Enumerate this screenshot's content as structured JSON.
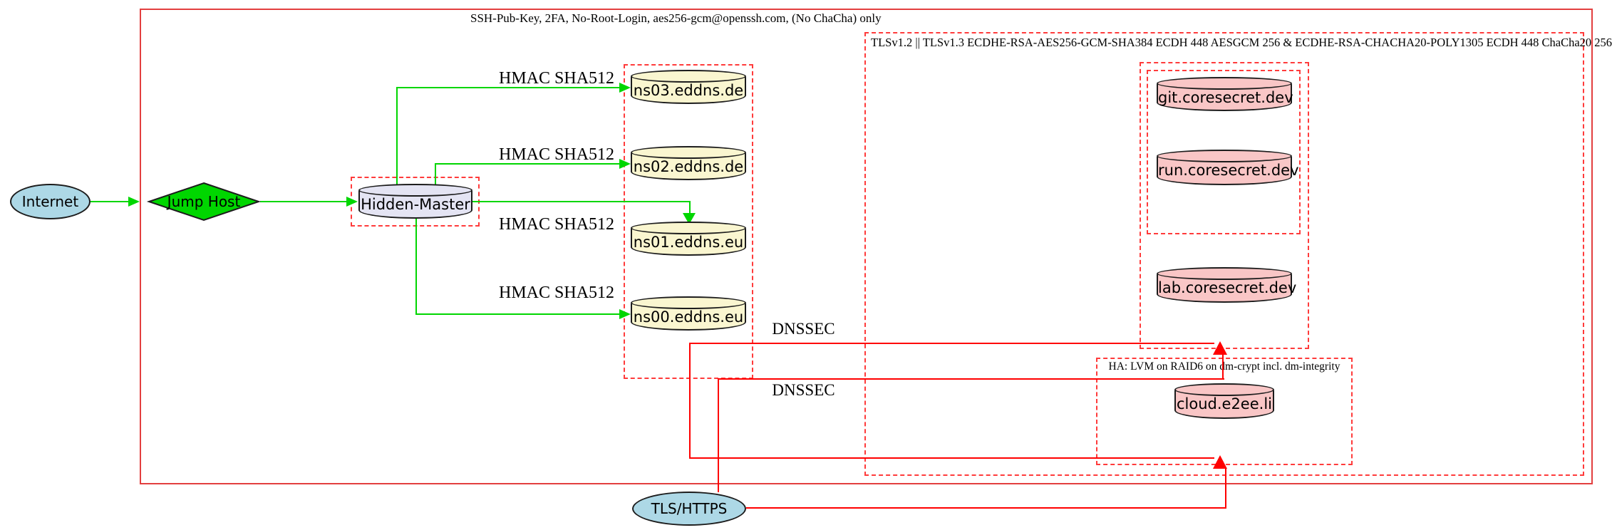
{
  "clusters": {
    "ssh": {
      "label": "SSH-Pub-Key, 2FA, No-Root-Login, aes256-gcm@openssh.com, (No ChaCha) only",
      "border_style": "solid",
      "border_color": "#e33f3f"
    },
    "tls": {
      "label": "TLSv1.2 || TLSv1.3 ECDHE-RSA-AES256-GCM-SHA384 ECDH 448 AESGCM 256 & ECDHE-RSA-CHACHA20-POLY1305 ECDH 448 ChaCha20 256",
      "border_style": "dashed",
      "border_color": "#ff3b3b"
    },
    "eddns": {
      "label": "",
      "border_style": "dashed"
    },
    "hidden_master_box": {
      "label": "",
      "border_style": "dashed"
    },
    "coresecret_outer": {
      "label": "",
      "border_style": "dashed"
    },
    "coresecret_inner": {
      "label": "",
      "border_style": "dashed"
    },
    "ha": {
      "label": "HA: LVM on RAID6 on dm-crypt incl. dm-integrity",
      "border_style": "dashed",
      "border_color": "#ff3b3b"
    }
  },
  "nodes": {
    "internet": {
      "label": "Internet",
      "shape": "ellipse",
      "fill": "#add8e6"
    },
    "jump_host": {
      "label": "Jump Host",
      "shape": "diamond",
      "fill": "#00d600"
    },
    "hidden_master": {
      "label": "Hidden-Master",
      "shape": "cylinder",
      "fill": "#e4e4f3"
    },
    "ns03": {
      "label": "ns03.eddns.de",
      "shape": "cylinder",
      "fill": "#faf6d0"
    },
    "ns02": {
      "label": "ns02.eddns.de",
      "shape": "cylinder",
      "fill": "#faf6d0"
    },
    "ns01": {
      "label": "ns01.eddns.eu",
      "shape": "cylinder",
      "fill": "#faf6d0"
    },
    "ns00": {
      "label": "ns00.eddns.eu",
      "shape": "cylinder",
      "fill": "#faf6d0"
    },
    "git": {
      "label": "git.coresecret.dev",
      "shape": "cylinder",
      "fill": "#f9c6c6"
    },
    "run": {
      "label": "run.coresecret.dev",
      "shape": "cylinder",
      "fill": "#f9c6c6"
    },
    "lab": {
      "label": "lab.coresecret.dev",
      "shape": "cylinder",
      "fill": "#f9c6c6"
    },
    "cloud": {
      "label": "cloud.e2ee.li",
      "shape": "cylinder",
      "fill": "#f9c6c6"
    },
    "tls_https": {
      "label": "TLS/HTTPS",
      "shape": "ellipse",
      "fill": "#add8e6"
    }
  },
  "edge_labels": {
    "hmac": "HMAC SHA512",
    "dnssec": "DNSSEC"
  },
  "colors": {
    "edge_green": "#00d600",
    "edge_red": "#ff0000",
    "cluster_red_solid": "#e33f3f",
    "cluster_red_dashed": "#ff3b3b",
    "node_border": "#1c1c1c",
    "background": "#ffffff"
  }
}
